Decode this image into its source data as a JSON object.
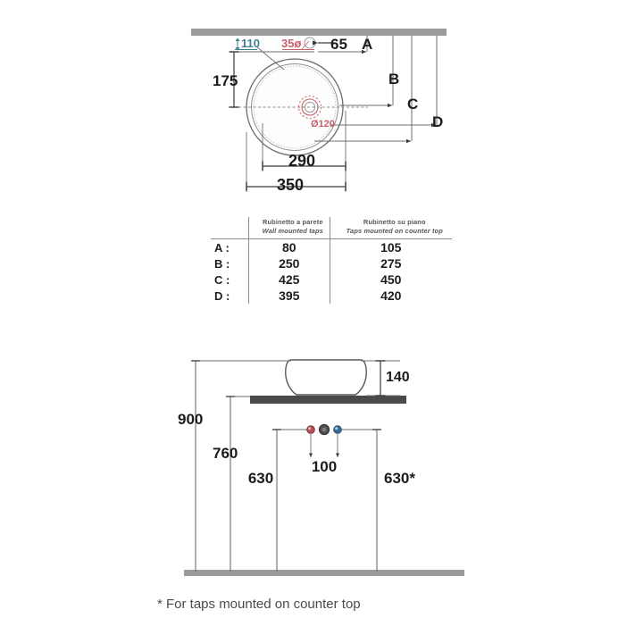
{
  "document": {
    "title": "Washbasin technical drawing",
    "footnote": "* For taps mounted on counter top"
  },
  "plan_view": {
    "name": "plan-view",
    "dimensions": {
      "tap_hole_offset": "110",
      "tap_hole_diameter": "35ø",
      "edge_to_hole": "65",
      "front_to_center": "175",
      "drain_diameter": "Ø120",
      "inner_width": "290",
      "outer_width": "350"
    },
    "reference_labels": [
      "A",
      "B",
      "C",
      "D"
    ]
  },
  "spec_table": {
    "name": "taps-dimension-table",
    "columns": [
      {
        "it": "Rubinetto a parete",
        "en": "Wall mounted taps"
      },
      {
        "it": "Rubinetto su piano",
        "en": "Taps mounted on counter top"
      }
    ],
    "rows": [
      {
        "label": "A :",
        "wall": "80",
        "counter": "105"
      },
      {
        "label": "B :",
        "wall": "250",
        "counter": "275"
      },
      {
        "label": "C :",
        "wall": "425",
        "counter": "450"
      },
      {
        "label": "D :",
        "wall": "395",
        "counter": "420"
      }
    ]
  },
  "elevation_view": {
    "name": "elevation-view",
    "dimensions": {
      "basin_height": "140",
      "floor_to_basin_top": "900",
      "floor_to_counter": "760",
      "floor_to_taps_left": "630",
      "tap_spacing": "100",
      "floor_to_taps_right": "630*"
    },
    "tap_markers": [
      "hot-tap-marker",
      "mixer-tap-marker",
      "cold-tap-marker"
    ]
  },
  "colors": {
    "wall_gray": "#9b9b9b",
    "counter_dark": "#4a4a4a",
    "floor_gray": "#9b9b9b",
    "dim_line": "#3a3a3a",
    "accent_red": "#c9606b",
    "accent_blue": "#3f7f93",
    "outline": "#5a5a5a"
  }
}
